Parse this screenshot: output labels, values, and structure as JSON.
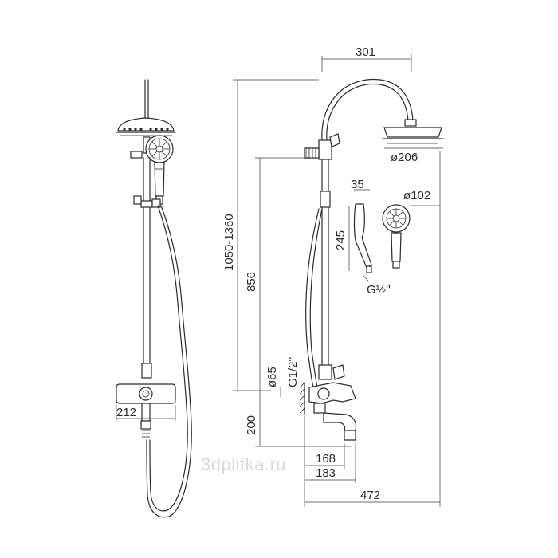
{
  "dimensions": {
    "top_width": "301",
    "head_diameter": "ø206",
    "total_height": "1050-1360",
    "outlet_height": "856",
    "handle_width": "35",
    "hand_shower_diameter": "ø102",
    "hand_shower_length": "245",
    "hand_thread": "G½''",
    "mixer_thread": "G1/2''",
    "mixer_depth": "ø65",
    "wall_to_spout": "200",
    "mixer_width_front": "212",
    "spout_reach_1": "168",
    "spout_reach_2": "183",
    "total_reach": "472"
  },
  "watermark": "3dplitka.ru"
}
